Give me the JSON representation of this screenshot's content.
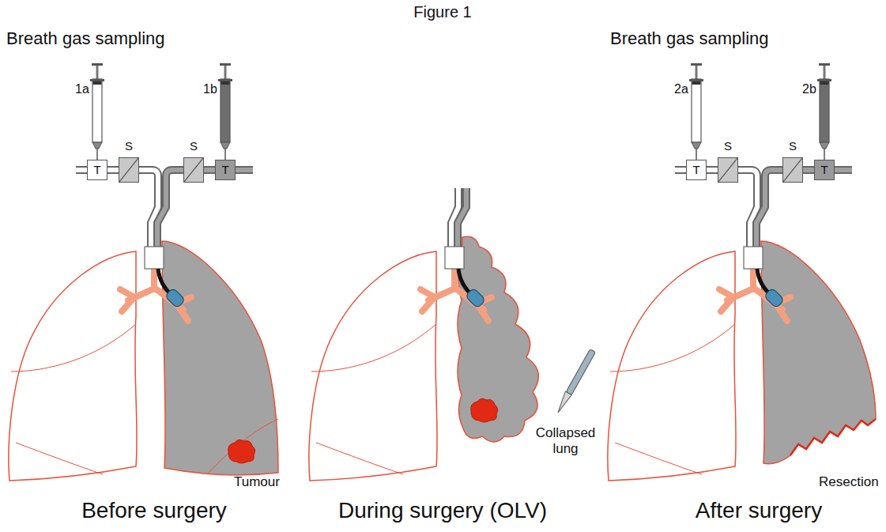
{
  "diagram": {
    "title": "Figure 1",
    "nodes": [
      {
        "text": [
          "T"
        ]
      },
      {
        "text": [
          "S"
        ]
      },
      {
        "text": [
          "S"
        ]
      },
      {
        "text": [
          "T"
        ]
      },
      {
        "text": [
          "T"
        ]
      },
      {
        "text": [
          "S"
        ]
      },
      {
        "text": [
          "S"
        ]
      },
      {
        "text": [
          "T"
        ]
      }
    ],
    "edges": [
      {
        "from": 0,
        "to": 1,
        "arrow": "none"
      },
      {
        "from": 3,
        "to": 2,
        "arrow": "none"
      },
      {
        "from": 4,
        "to": 5,
        "arrow": "none"
      },
      {
        "from": 7,
        "to": 6,
        "arrow": "none"
      }
    ],
    "labels": [
      "Breath gas sampling",
      "1a",
      "1b",
      "Tumour",
      "Collapsed lung",
      "Breath gas sampling",
      "2a",
      "2b",
      "Resection",
      "Before surgery",
      "During surgery (OLV)",
      "After surgery"
    ]
  }
}
